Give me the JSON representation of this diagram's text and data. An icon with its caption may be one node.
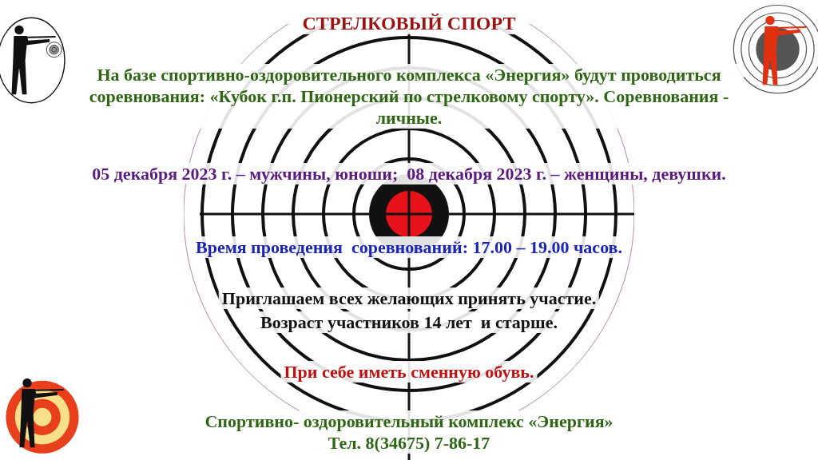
{
  "diagram": {
    "title": "СТРЕЛКОВЫЙ СПОРТ",
    "labels": [
      "На базе спортивно-оздоровительного комплекса «Энергия» будут проводиться соревнования: «Кубок г.п. Пионерский по стрелковому спорту». Соревнования - личные.",
      "05 декабря 2023 г. – мужчины, юноши;  08 декабря 2023 г. – женщины, девушки.",
      "Время проведения  соревнований: 17.00 – 19.00 часов.",
      "Приглашаем всех желающих принять участие.",
      "Возраст участников 14 лет  и старше.",
      "При себе иметь сменную обувь.",
      "Спортивно- оздоровительный комплекс «Энергия»",
      "Тел. 8(34675) 7-86-17"
    ]
  }
}
